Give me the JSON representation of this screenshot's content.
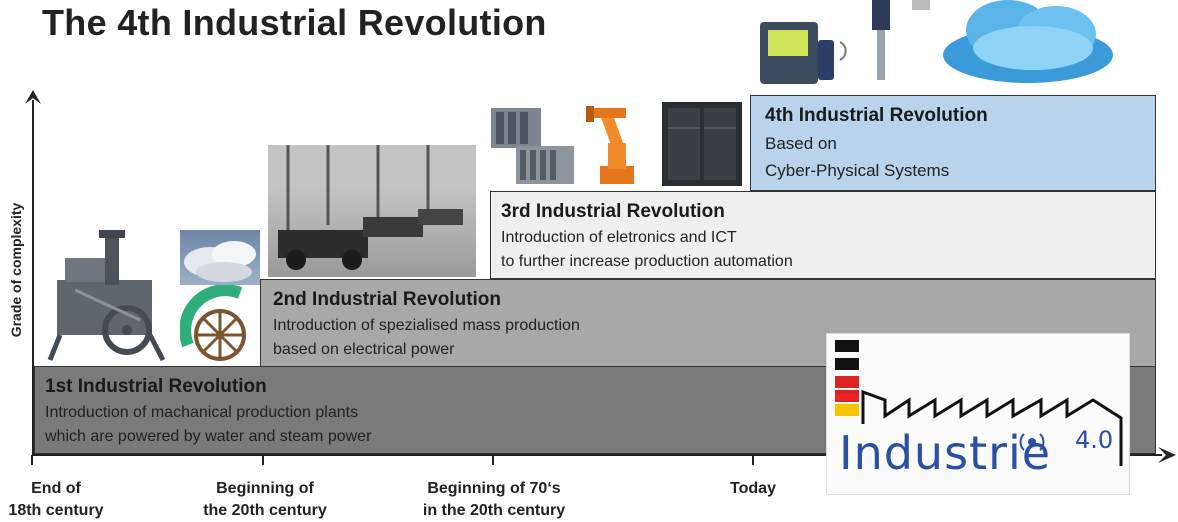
{
  "title": "The 4th Industrial Revolution",
  "y_axis_label": "Grade of complexity",
  "revolutions": [
    {
      "title": "1st Industrial Revolution",
      "lines": [
        "Introduction of machanical production plants",
        "which are powered by water and steam power"
      ]
    },
    {
      "title": "2nd Industrial Revolution",
      "lines": [
        "Introduction of spezialised mass production",
        "based on electrical power"
      ]
    },
    {
      "title": "3rd Industrial Revolution",
      "lines": [
        "Introduction of eletronics and ICT",
        "to further increase production automation"
      ]
    },
    {
      "title": "4th Industrial Revolution",
      "lines": [
        "Based on",
        "Cyber-Physical Systems"
      ]
    }
  ],
  "timeline": [
    {
      "line1": "End of",
      "line2": "18th century"
    },
    {
      "line1": "Beginning of",
      "line2": "the 20th century"
    },
    {
      "line1": "Beginning of 70‘s",
      "line2": "in the 20th century"
    },
    {
      "line1": "Today",
      "line2": ""
    }
  ],
  "logo": {
    "word": "Industrie",
    "version": "4.0"
  },
  "colors": {
    "step1": "#7a7a7a",
    "step2": "#a8a8a8",
    "step3": "#efefef",
    "step4": "#b9d3ec",
    "logo_blue": "#2a4fa6"
  },
  "images": [
    "steam-engine",
    "steam-cloud",
    "water-wheel",
    "assembly-line",
    "plc-controller",
    "industrial-robot",
    "server-cabinet",
    "sensor-devices",
    "cloud"
  ]
}
